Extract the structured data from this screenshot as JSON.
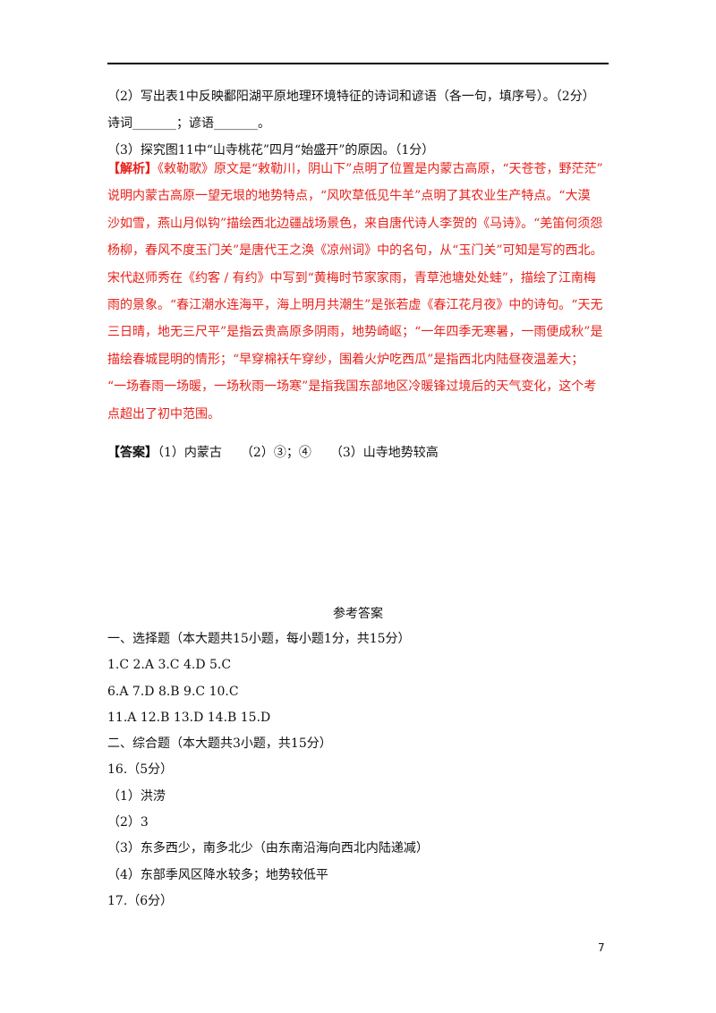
{
  "question": {
    "q2": "（2）写出表1中反映鄱阳湖平原地理环境特征的诗词和谚语（各一句，填序号）。（2分）",
    "q2_blank": "诗词_______；谚语_______。",
    "q3": "（3）探究图11中“山寺桃花”四月“始盛开”的原因。（1分）"
  },
  "analysis": {
    "label": "【解析】",
    "lines": [
      "《敕勒歌》原文是“敕勒川，阴山下”点明了位置是内蒙古高原，“天苍苍，野茫茫”",
      "说明内蒙古高原一望无垠的地势特点，“风吹草低见牛羊”点明了其农业生产特点。“大漠",
      "沙如雪，燕山月似钩”描绘西北边疆战场景色，来自唐代诗人李贺的《马诗》。“羌笛何须怨",
      "杨柳，春风不度玉门关”是唐代王之涣《凉州词》中的名句，从“玉门关”可知是写的西北。",
      "宋代赵师秀在《约客 / 有约》中写到“黄梅时节家家雨，青草池塘处处蛙”，描绘了江南梅",
      "雨的景象。“春江潮水连海平，海上明月共潮生”是张若虚《春江花月夜》中的诗句。“天无",
      "三日晴，地无三尺平”是指云贵高原多阴雨，地势崎岖；“一年四季无寒暑，一雨便成秋”是",
      "描绘春城昆明的情形；“早穿棉袄午穿纱，围着火炉吃西瓜”是指西北内陆昼夜温差大；",
      "“一场春雨一场暖，一场秋雨一场寒”是指我国东部地区冷暖锋过境后的天气变化，这个考",
      "点超出了初中范围。"
    ]
  },
  "answer": {
    "label": "【答案】",
    "text": "（1）内蒙古　　（2）③；④　　（3）山寺地势较高"
  },
  "reference": {
    "title": "参考答案",
    "lines": [
      "一、选择题（本大题共15小题，每小题1分，共15分）",
      "1.C 2.A 3.C 4.D 5.C",
      "6.A  7.D 8.B  9.C 10.C",
      "11.A 12.B 13.D 14.B 15.D",
      "二、综合题（本大题共3小题，共15分）",
      "16.（5分）",
      "（1）洪涝",
      "（2）3",
      "（3）东多西少，南多北少（由东南沿海向西北内陆递减）",
      "（4）东部季风区降水较多；地势较低平",
      "17.（6分）"
    ]
  },
  "page_number": "7"
}
